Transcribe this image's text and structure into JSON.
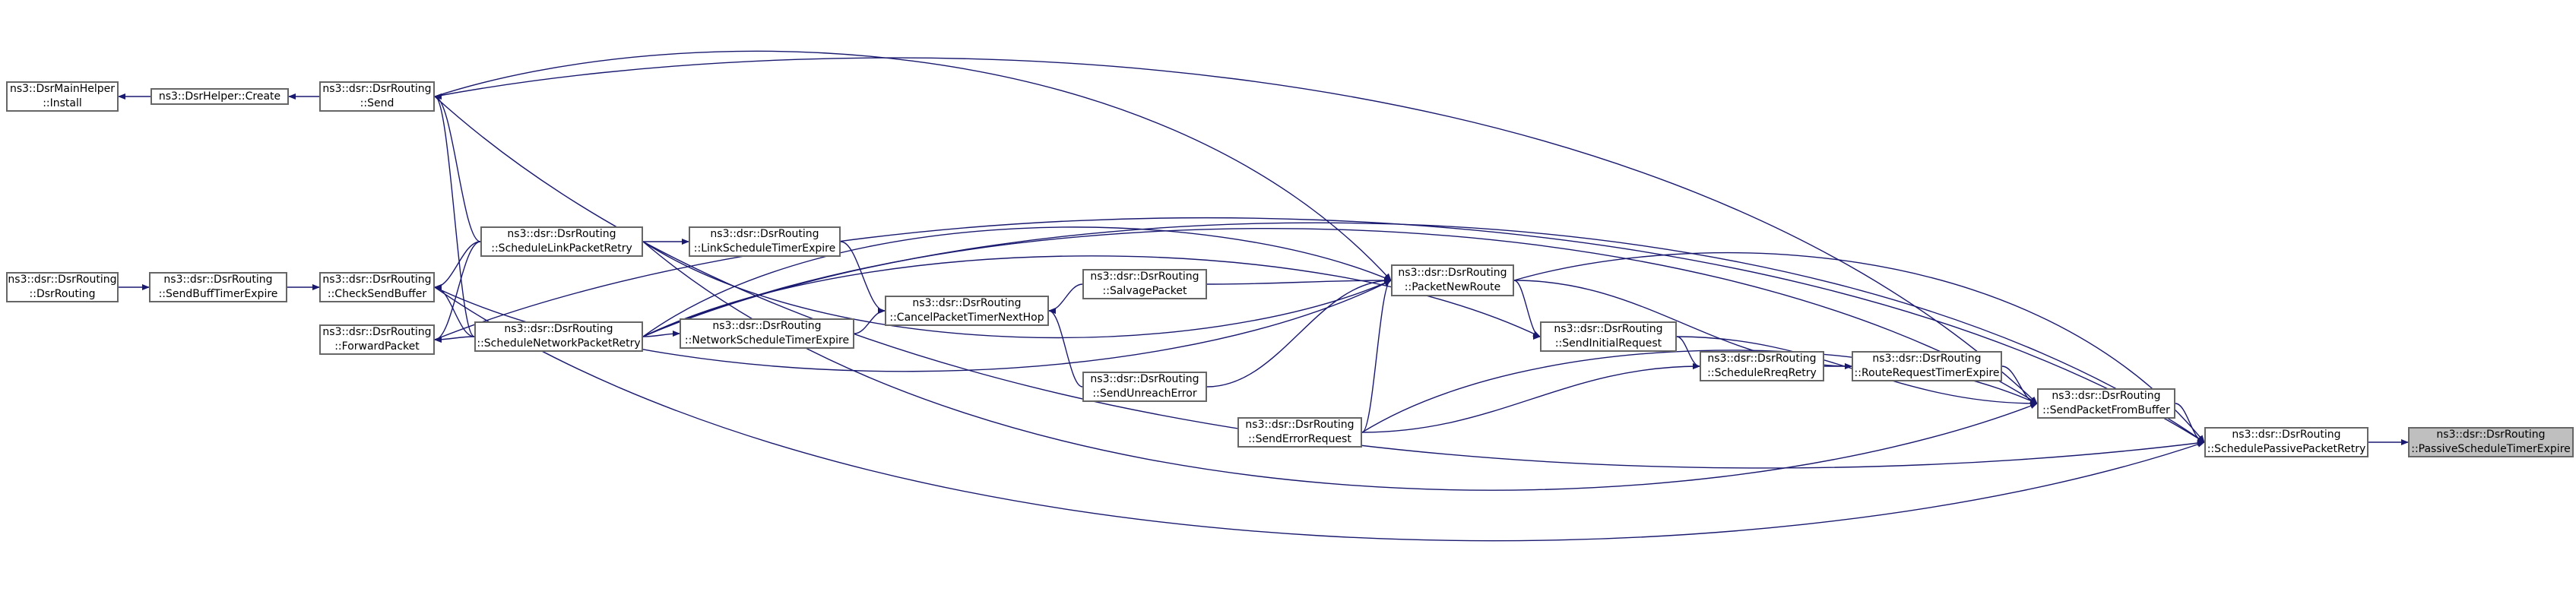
{
  "diagram": {
    "type": "call-graph",
    "colors": {
      "edge": "#191970",
      "node_border": "#666666",
      "node_fill": "#ffffff",
      "current_fill": "#bfbfbf"
    },
    "nodes": [
      {
        "id": "mainhelper_install",
        "lines": [
          "ns3::DsrMainHelper",
          "::Install"
        ]
      },
      {
        "id": "helper_create",
        "lines": [
          "ns3::DsrHelper::Create"
        ]
      },
      {
        "id": "send",
        "lines": [
          "ns3::dsr::DsrRouting",
          "::Send"
        ]
      },
      {
        "id": "ctor",
        "lines": [
          "ns3::dsr::DsrRouting",
          "::DsrRouting"
        ]
      },
      {
        "id": "sendbuff_timer",
        "lines": [
          "ns3::dsr::DsrRouting",
          "::SendBuffTimerExpire"
        ]
      },
      {
        "id": "check_send_buffer",
        "lines": [
          "ns3::dsr::DsrRouting",
          "::CheckSendBuffer"
        ]
      },
      {
        "id": "forward_packet",
        "lines": [
          "ns3::dsr::DsrRouting",
          "::ForwardPacket"
        ]
      },
      {
        "id": "schedule_link",
        "lines": [
          "ns3::dsr::DsrRouting",
          "::ScheduleLinkPacketRetry"
        ]
      },
      {
        "id": "schedule_network",
        "lines": [
          "ns3::dsr::DsrRouting",
          "::ScheduleNetworkPacketRetry"
        ]
      },
      {
        "id": "link_timer",
        "lines": [
          "ns3::dsr::DsrRouting",
          "::LinkScheduleTimerExpire"
        ]
      },
      {
        "id": "network_timer",
        "lines": [
          "ns3::dsr::DsrRouting",
          "::NetworkScheduleTimerExpire"
        ]
      },
      {
        "id": "cancel_timer",
        "lines": [
          "ns3::dsr::DsrRouting",
          "::CancelPacketTimerNextHop"
        ]
      },
      {
        "id": "salvage",
        "lines": [
          "ns3::dsr::DsrRouting",
          "::SalvagePacket"
        ]
      },
      {
        "id": "send_unreach",
        "lines": [
          "ns3::dsr::DsrRouting",
          "::SendUnreachError"
        ]
      },
      {
        "id": "send_error",
        "lines": [
          "ns3::dsr::DsrRouting",
          "::SendErrorRequest"
        ]
      },
      {
        "id": "packet_new_route",
        "lines": [
          "ns3::dsr::DsrRouting",
          "::PacketNewRoute"
        ]
      },
      {
        "id": "send_initial",
        "lines": [
          "ns3::dsr::DsrRouting",
          "::SendInitialRequest"
        ]
      },
      {
        "id": "schedule_rreq",
        "lines": [
          "ns3::dsr::DsrRouting",
          "::ScheduleRreqRetry"
        ]
      },
      {
        "id": "route_request_timer",
        "lines": [
          "ns3::dsr::DsrRouting",
          "::RouteRequestTimerExpire"
        ]
      },
      {
        "id": "send_from_buffer",
        "lines": [
          "ns3::dsr::DsrRouting",
          "::SendPacketFromBuffer"
        ]
      },
      {
        "id": "schedule_passive",
        "lines": [
          "ns3::dsr::DsrRouting",
          "::SchedulePassivePacketRetry"
        ]
      },
      {
        "id": "passive_timer",
        "lines": [
          "ns3::dsr::DsrRouting",
          "::PassiveScheduleTimerExpire"
        ],
        "current": true
      }
    ],
    "edges": [
      [
        "helper_create",
        "mainhelper_install"
      ],
      [
        "send",
        "helper_create"
      ],
      [
        "ctor",
        "sendbuff_timer"
      ],
      [
        "sendbuff_timer",
        "check_send_buffer"
      ],
      [
        "schedule_link",
        "link_timer"
      ],
      [
        "schedule_network",
        "network_timer"
      ],
      [
        "link_timer",
        "cancel_timer"
      ],
      [
        "network_timer",
        "cancel_timer"
      ],
      [
        "salvage",
        "cancel_timer"
      ],
      [
        "send_unreach",
        "cancel_timer"
      ],
      [
        "send",
        "packet_new_route"
      ],
      [
        "schedule_link",
        "packet_new_route"
      ],
      [
        "schedule_network",
        "packet_new_route"
      ],
      [
        "check_send_buffer",
        "packet_new_route"
      ],
      [
        "salvage",
        "packet_new_route"
      ],
      [
        "send_unreach",
        "packet_new_route"
      ],
      [
        "send_error",
        "packet_new_route"
      ],
      [
        "packet_new_route",
        "send_initial"
      ],
      [
        "schedule_network",
        "send_initial"
      ],
      [
        "send_initial",
        "schedule_rreq"
      ],
      [
        "send_error",
        "schedule_rreq"
      ],
      [
        "schedule_rreq",
        "route_request_timer"
      ],
      [
        "packet_new_route",
        "route_request_timer"
      ],
      [
        "route_request_timer",
        "send_from_buffer"
      ],
      [
        "send_error",
        "send_from_buffer"
      ],
      [
        "send_initial",
        "send_from_buffer"
      ],
      [
        "send",
        "send_from_buffer"
      ],
      [
        "schedule_link",
        "send_from_buffer"
      ],
      [
        "schedule_network",
        "send_from_buffer"
      ],
      [
        "send_from_buffer",
        "schedule_passive"
      ],
      [
        "packet_new_route",
        "schedule_passive"
      ],
      [
        "send",
        "schedule_passive"
      ],
      [
        "forward_packet",
        "schedule_passive"
      ],
      [
        "check_send_buffer",
        "schedule_passive"
      ],
      [
        "schedule_network",
        "schedule_passive"
      ],
      [
        "schedule_passive",
        "passive_timer"
      ],
      [
        "schedule_link",
        "send"
      ],
      [
        "schedule_link",
        "check_send_buffer"
      ],
      [
        "schedule_link",
        "forward_packet"
      ],
      [
        "schedule_network",
        "send"
      ],
      [
        "schedule_network",
        "check_send_buffer"
      ],
      [
        "schedule_network",
        "forward_packet"
      ]
    ]
  }
}
